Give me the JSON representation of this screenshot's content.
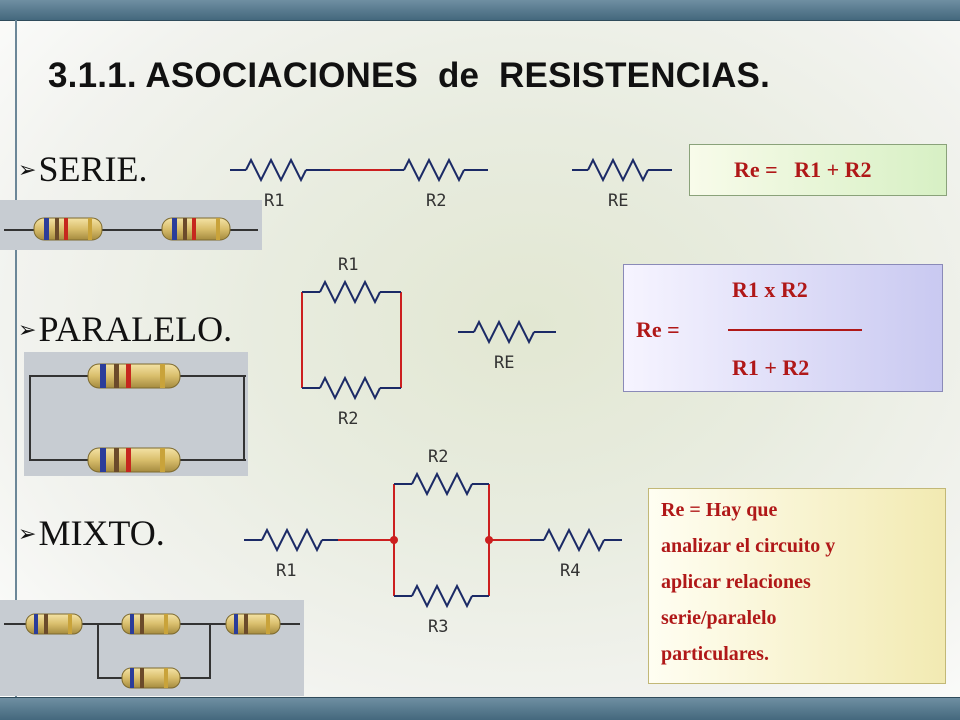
{
  "title": "3.1.1. ASOCIACIONES  de  RESISTENCIAS.",
  "sections": {
    "serie": {
      "label": "SERIE.",
      "labels": [
        "R1",
        "R2",
        "RE"
      ],
      "formula": "Re =   R1 + R2"
    },
    "paralelo": {
      "label": "PARALELO.",
      "labels": [
        "R1",
        "R2",
        "RE"
      ],
      "formula": {
        "lhs": "Re =",
        "numerator": "R1 x R2",
        "denominator": "R1 + R2"
      }
    },
    "mixto": {
      "label": "MIXTO.",
      "labels": [
        "R1",
        "R2",
        "R3",
        "R4"
      ],
      "formula_lines": [
        "Re = Hay que",
        "analizar el circuito y",
        "aplicar relaciones",
        "serie/paralelo",
        "particulares."
      ]
    }
  },
  "colors": {
    "bar": "#44687d",
    "formula_text": "#b01818",
    "wire_highlight": "#cc1f1f",
    "resistor_line": "#1b2a66"
  },
  "icons": {
    "bullet": "arrow-bullet-icon"
  }
}
